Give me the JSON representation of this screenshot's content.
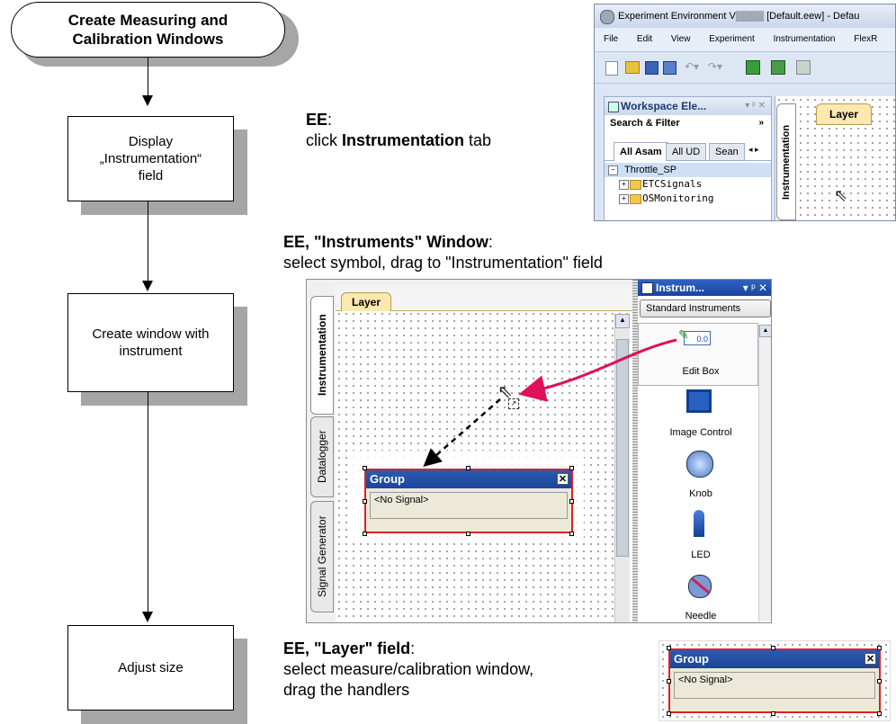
{
  "flow": {
    "start": "Create Measuring and\nCalibration Windows",
    "steps": [
      "Display\n„Instrumentation“\nfield",
      "Create window with\ninstrument",
      "Adjust size"
    ]
  },
  "instructions": [
    {
      "head": "EE",
      "head_suffix": ":",
      "pre": "click ",
      "bold": "Instrumentation",
      "post": " tab",
      "line2_plain": ""
    },
    {
      "head": "EE, \"Instruments\" Window",
      "head_suffix": ":",
      "line2_plain": "select symbol, drag to \"Instrumentation\" field"
    },
    {
      "head": "EE, \"Layer\" field",
      "head_suffix": ":",
      "line2_plain": "select measure/calibration window,",
      "line3_plain": "drag the handlers"
    }
  ],
  "screenshot1": {
    "title": "Experiment Environment V▒▒▒▒     [Default.eew] - Defau",
    "menu": [
      "File",
      "Edit",
      "View",
      "Experiment",
      "Instrumentation",
      "FlexR"
    ],
    "workspace_title": "Workspace Ele...",
    "search_filter": "Search & Filter",
    "tabs": [
      "All Asam",
      "All UD",
      "Sean"
    ],
    "tree": [
      "Throttle_SP",
      "ETCSignals",
      "OSMonitoring"
    ],
    "vertical_tab": "Instrumentation",
    "layer_tab": "Layer"
  },
  "screenshot2": {
    "layer_tab": "Layer",
    "vertical_tabs": [
      "Instrumentation",
      "Datalogger",
      "Signal Generator"
    ],
    "panel_title": "Instrum...",
    "panel_pin": "▾ ᵖ ✕",
    "standard_btn": "Standard Instruments",
    "instruments": [
      "Edit Box",
      "Image Control",
      "Knob",
      "LED",
      "Needle"
    ],
    "edit_box_value": "0.0",
    "group_title": "Group",
    "group_signal": "<No Signal>"
  },
  "screenshot3": {
    "group_title": "Group",
    "group_signal": "<No Signal>"
  },
  "colors": {
    "accent_red": "#e0105a",
    "title_blue": "#1d449a",
    "shadow_gray": "#a6a6a6"
  }
}
